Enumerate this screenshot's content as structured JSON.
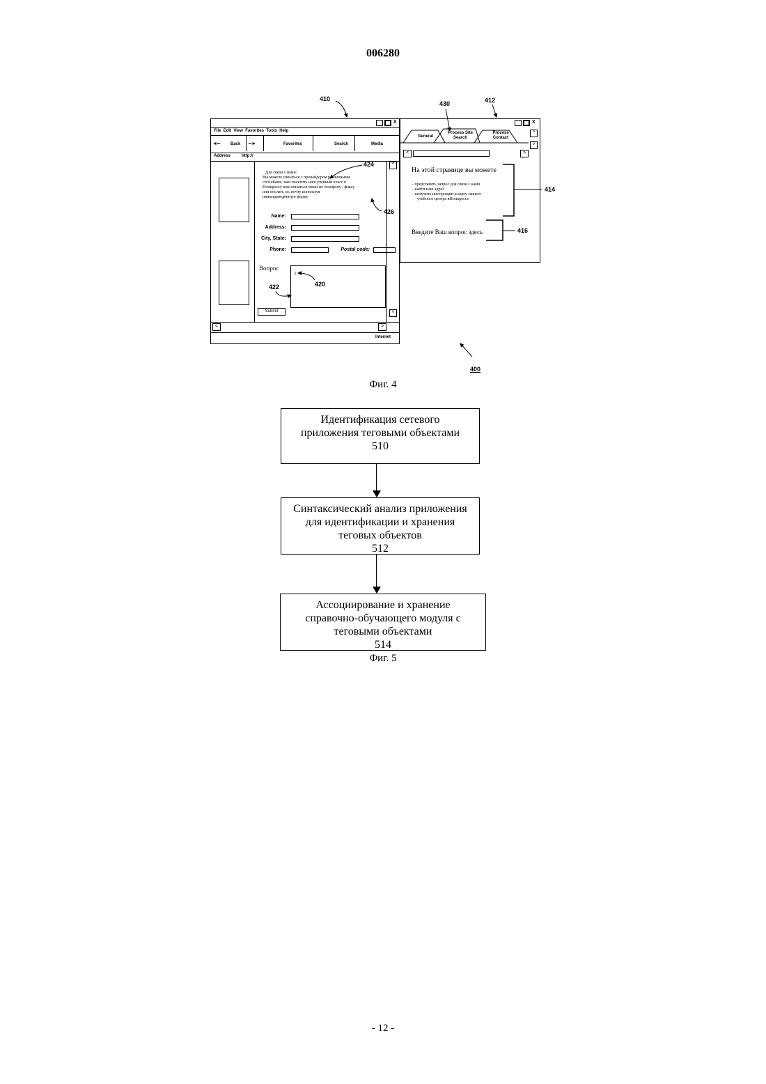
{
  "header": {
    "doc_number": "006280"
  },
  "figure4": {
    "caption": "Фиг. 4",
    "refs": {
      "r410": "410",
      "r412": "412",
      "r430": "430",
      "r414": "414",
      "r416": "416",
      "r424": "424",
      "r426": "426",
      "r420": "420",
      "r422": "422",
      "r400": "400"
    },
    "browser": {
      "menu": [
        "File",
        "Edit",
        "View",
        "Favorites",
        "Tools",
        "Help"
      ],
      "toolbar": {
        "back": "Back",
        "favorites": "Favorites",
        "search": "Search",
        "media": "Media"
      },
      "address_label": "Address",
      "address_value": "http://",
      "intro_title": "Для связи с нами:",
      "intro_lines": [
        "Вы можете связаться с провайдером различными",
        "способами.     нам     посетить наш учебный класс в",
        "Нонкроссу или связаться связи по телефону / факсу",
        "или послать эл.  почту используя",
        "нижеприведённую форму"
      ],
      "form": {
        "name": "Name:",
        "address": "Address:",
        "city_state": "City, State:",
        "phone": "Phone:",
        "postal": "Postal code:",
        "question": "Вопрос",
        "cursor": "I"
      },
      "submit": "Submit",
      "scroll_up": "^",
      "scroll_down": "v",
      "scroll_left": "<",
      "scroll_right": ">",
      "status": "Internet"
    },
    "help_panel": {
      "tabs": [
        "General",
        "Process Site Search",
        "Process Contact"
      ],
      "scroll_up": "^",
      "scroll_down": "v",
      "scroll_left": "<",
      "scroll_right": ">",
      "heading": "На этой странице вы можете",
      "items": [
        "представить запрос для связи с нами",
        "найти наш адрес",
        "получить инструкции и карту нашего",
        "учебного центра вНонкроссе"
      ],
      "prompt": "Введите Ваш вопрос здесь"
    }
  },
  "figure5": {
    "caption": "Фиг. 5",
    "steps": [
      {
        "text": [
          "Идентификация сетевого",
          "приложения теговыми объектами"
        ],
        "num": "510"
      },
      {
        "text": [
          "Синтаксический анализ приложения",
          "для идентификации и хранения",
          "теговых объектов"
        ],
        "num": "512"
      },
      {
        "text": [
          "Ассоциирование и хранение",
          "справочно-обучающего модуля с",
          "теговыми объектами"
        ],
        "num": "514"
      }
    ]
  },
  "footer": {
    "page": "- 12 -"
  }
}
